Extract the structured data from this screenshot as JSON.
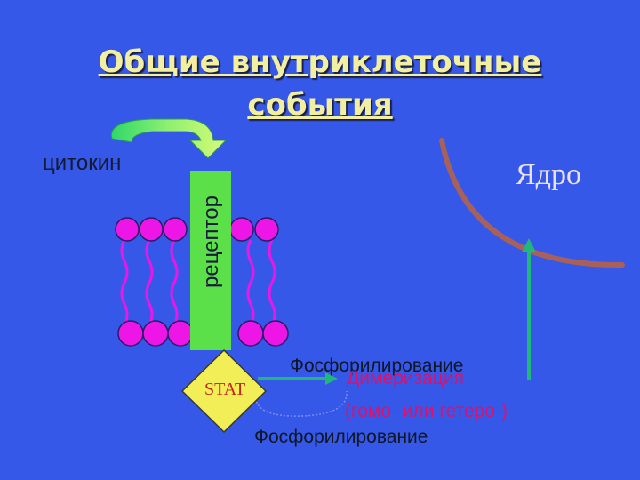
{
  "title_line1": "Общие внутриклеточные",
  "title_line2": "события",
  "labels": {
    "cytokine": "цитокин",
    "receptor": "рецептор",
    "nucleus": "Ядро",
    "stat": "STAT",
    "phosphorylation_top": "Фосфорилирование",
    "phosphorylation_bottom": "Фосфорилирование",
    "dimerization": "Димеризация",
    "dimerization_type": "(гомо- или гетеро-)"
  },
  "colors": {
    "background": "#3558e8",
    "title": "#f2f0a0",
    "receptor": "#5be04a",
    "lipid_head": "#ee16e6",
    "stat_fill": "#f2ee58",
    "nucleus_membrane": "#a8605a",
    "arrow": "#1fb87a",
    "dimerization_text": "#e0106a"
  }
}
